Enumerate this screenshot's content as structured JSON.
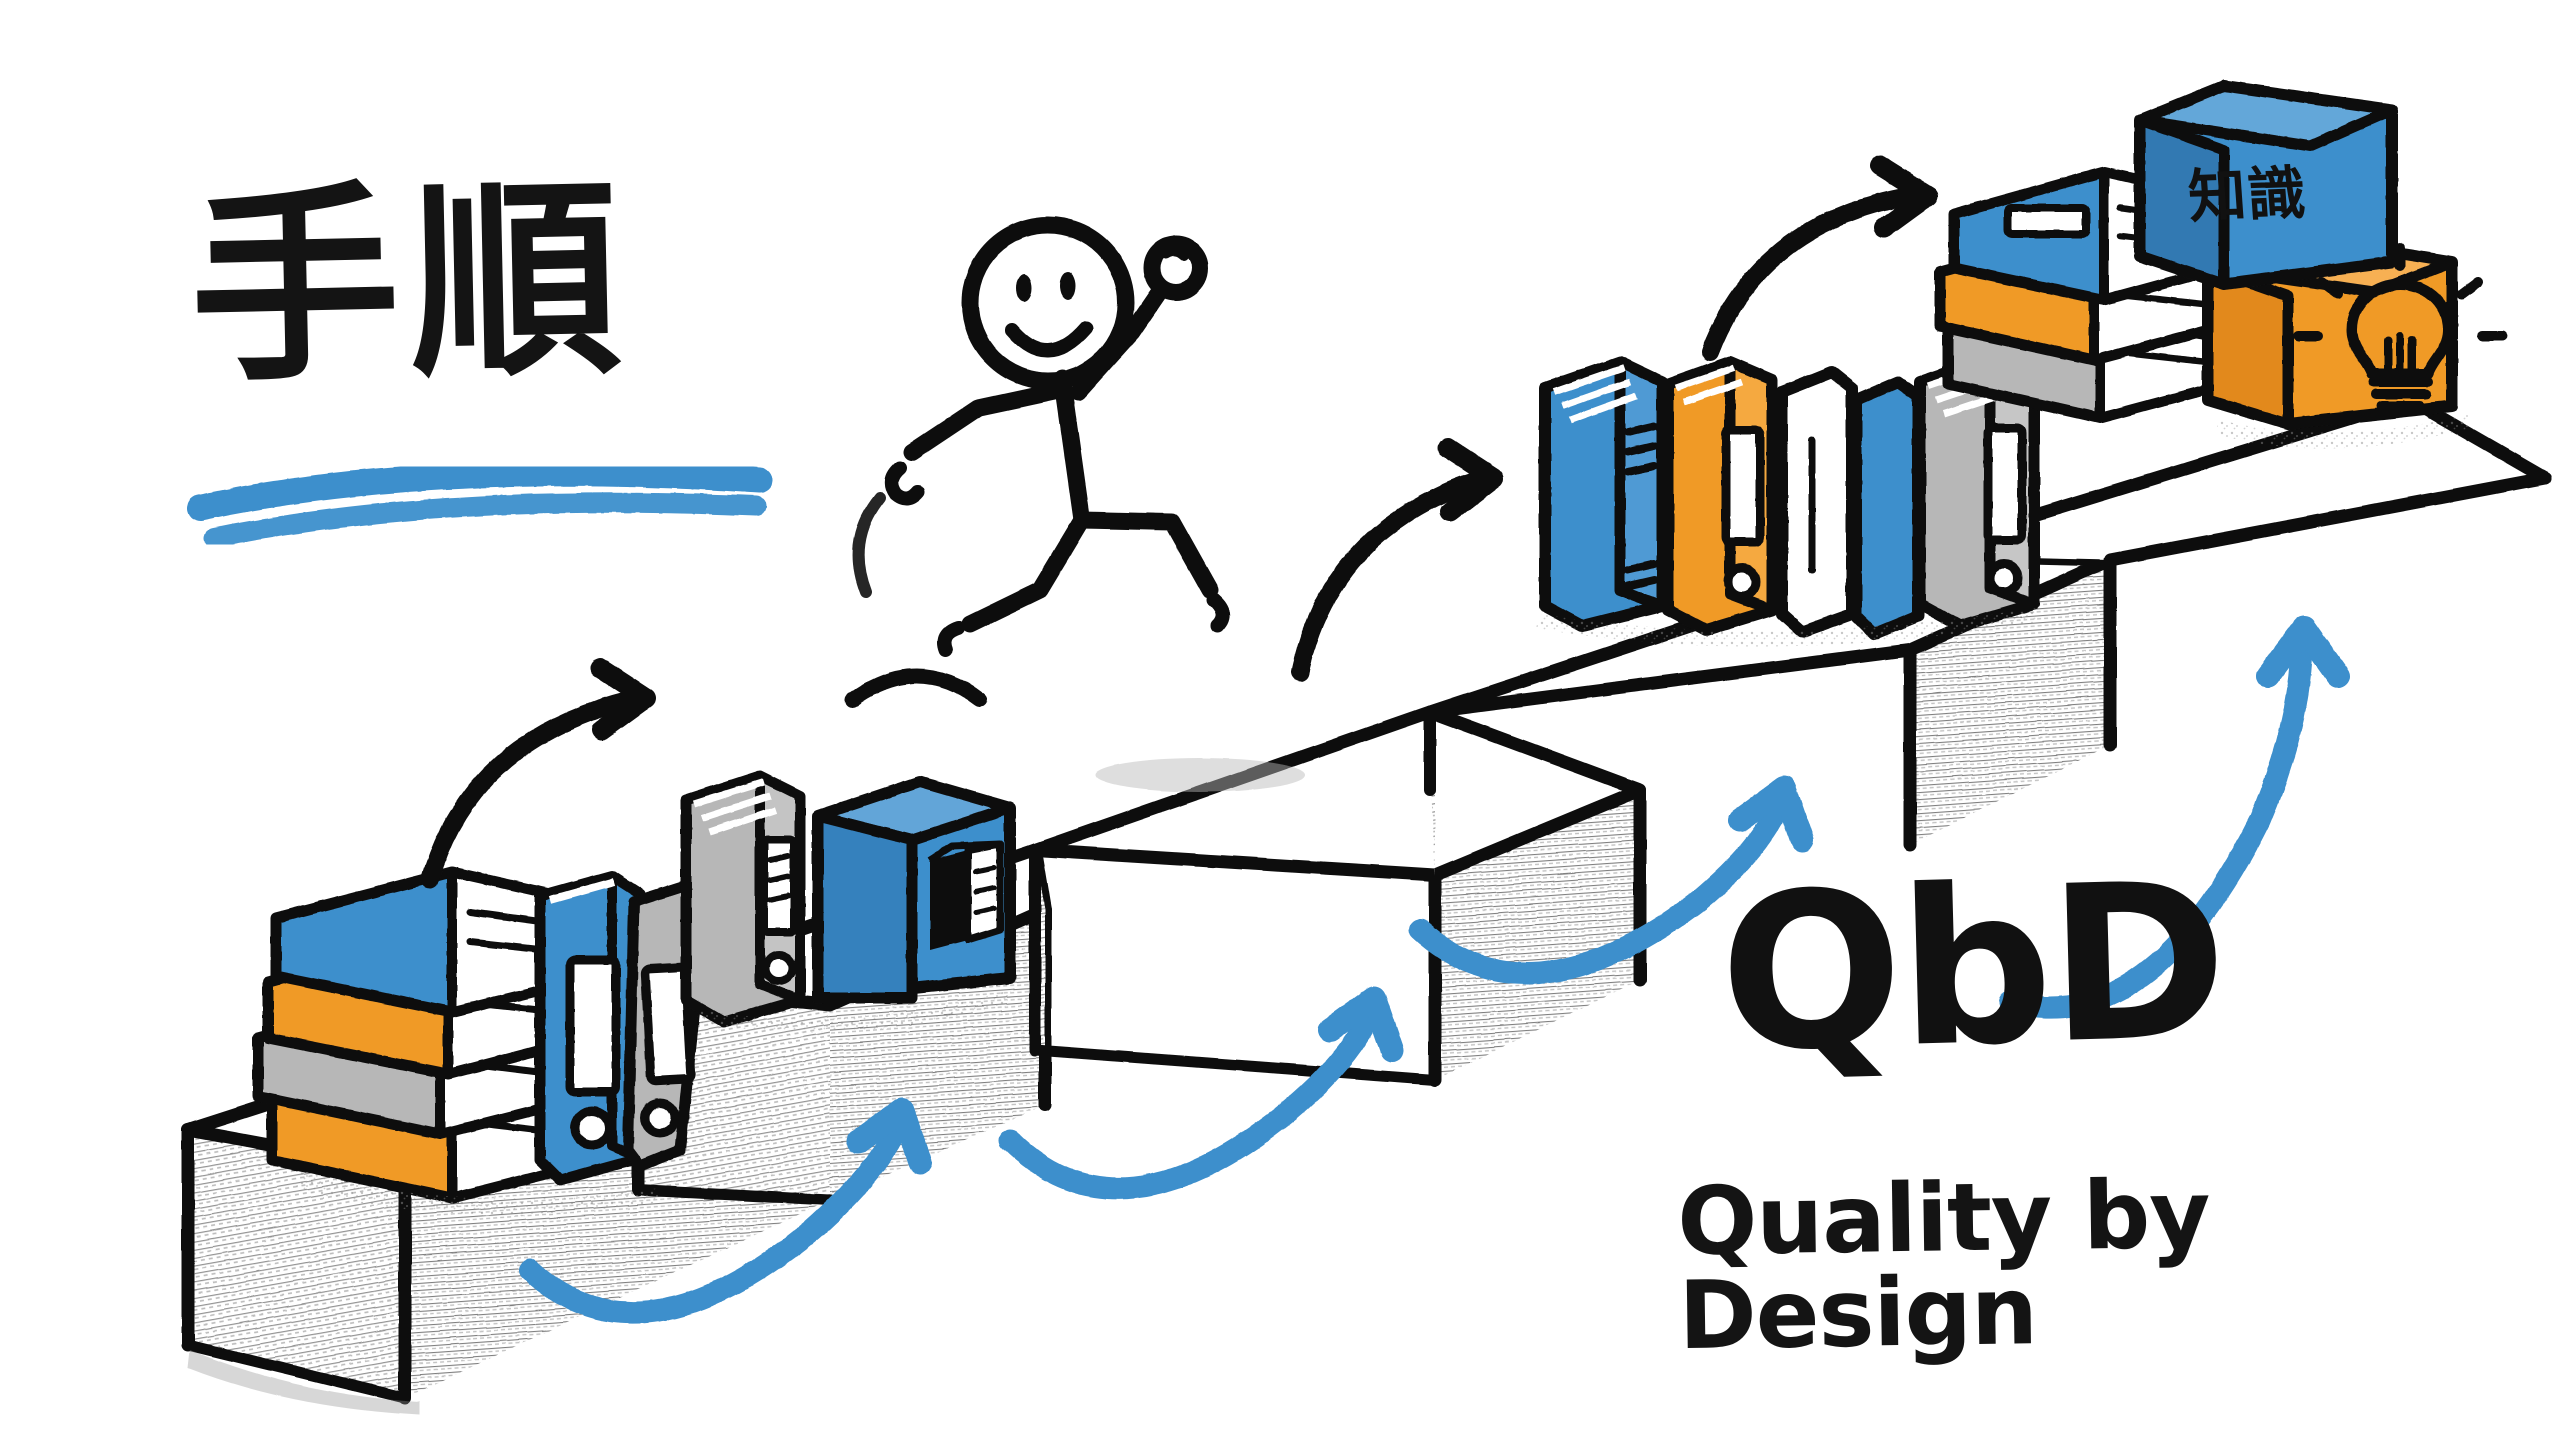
{
  "illustration": {
    "style": "hand-drawn marker sketch",
    "background_color": "#ffffff",
    "title_jp": "手順",
    "title_jp_meaning": "procedure",
    "acronym": "QbD",
    "acronym_expansion": "Quality by Design",
    "cube_label_jp": "知識",
    "cube_label_meaning": "knowledge"
  },
  "palette": {
    "ink": "#111111",
    "blue": "#3d8fcc",
    "blue_deep": "#2f7db8",
    "orange": "#f09a28",
    "orange_deep": "#e08b16",
    "gray": "#b7b7b7",
    "gray_deep": "#9e9e9e",
    "paper": "#ffffff",
    "pencil": "#7a7a7a"
  },
  "underline": {
    "name": "blue-brush-underline",
    "color": "#3d8fcc"
  },
  "staircase": {
    "step_count": 4,
    "steps": [
      {
        "id": "step-1",
        "order": 1,
        "items": "book-stack-and-binders"
      },
      {
        "id": "step-2",
        "order": 2,
        "items": "gray-binder-and-blue-book-cube"
      },
      {
        "id": "step-3",
        "order": 3,
        "items": "empty-tread"
      },
      {
        "id": "step-4",
        "order": 4,
        "items": "standing-binder-row"
      },
      {
        "id": "landing",
        "order": 5,
        "items": "book-stack-knowledge-cubes"
      }
    ]
  },
  "figure": {
    "name": "stick-figure",
    "expression": "smiling",
    "pose": "running-upstairs-fist-raised"
  },
  "arrows": {
    "black": [
      {
        "id": "black-arrow-1",
        "from": "step-1",
        "to": "step-2"
      },
      {
        "id": "black-arrow-2",
        "from": "step-3",
        "to": "step-4"
      },
      {
        "id": "black-arrow-3",
        "from": "step-4",
        "to": "landing"
      }
    ],
    "blue": [
      {
        "id": "blue-arrow-1",
        "direction": "up"
      },
      {
        "id": "blue-arrow-2",
        "direction": "up"
      },
      {
        "id": "blue-arrow-3",
        "direction": "up"
      },
      {
        "id": "blue-arrow-4",
        "direction": "up"
      }
    ]
  },
  "objects": {
    "book_stack_low": [
      "blue",
      "orange",
      "gray",
      "orange"
    ],
    "binders_low": [
      "blue",
      "gray"
    ],
    "step2": [
      "gray-binder",
      "blue-cube-with-book-icon"
    ],
    "binder_row": [
      "blue",
      "orange",
      "white",
      "blue-small",
      "gray"
    ],
    "book_stack_top": [
      "blue",
      "orange",
      "gray"
    ],
    "cubes_top": [
      {
        "color": "blue",
        "face": "知識"
      },
      {
        "color": "orange",
        "face": "lightbulb-icon"
      }
    ]
  }
}
